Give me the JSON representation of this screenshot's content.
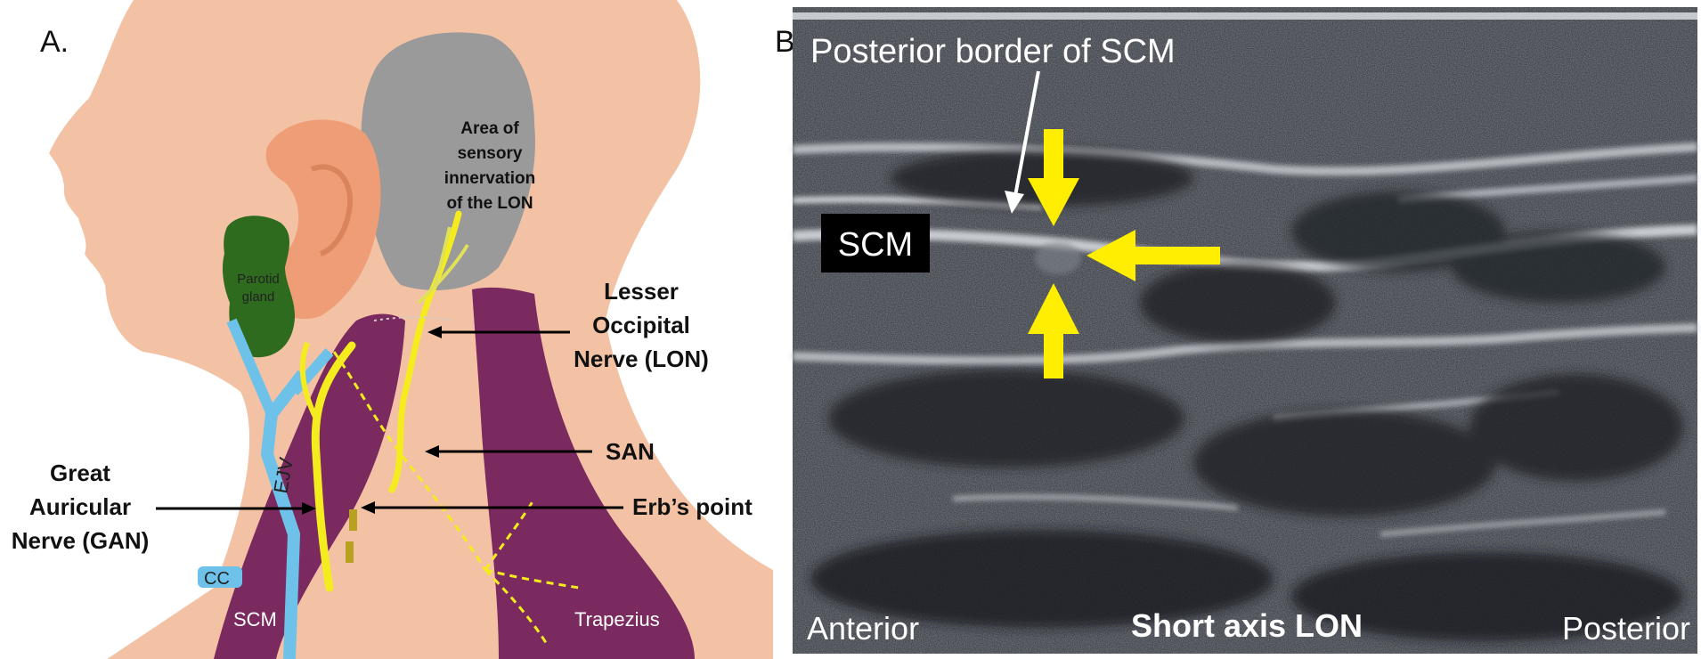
{
  "panel_a": {
    "letter": "A.",
    "labels": {
      "sensory_area_lines": [
        "Area of",
        "sensory",
        "innervation",
        "of the LON"
      ],
      "parotid_lines": [
        "Parotid",
        "gland"
      ],
      "lon_lines": [
        "Lesser",
        "Occipital",
        "Nerve (LON)"
      ],
      "san": "SAN",
      "gan_lines": [
        "Great",
        "Auricular",
        "Nerve (GAN)"
      ],
      "erbs_point": "Erb’s point",
      "ejv": "EJV",
      "cc": "CC",
      "scm": "SCM",
      "trapezius": "Trapezius"
    },
    "colors": {
      "skin": "#f3c2a4",
      "ear": "#ee9d77",
      "sensory_area": "#9a9a9a",
      "parotid": "#2e6b1e",
      "muscle": "#7a2a5e",
      "vein": "#6ec2ea",
      "nerve": "#f5ec1f"
    }
  },
  "panel_b": {
    "letter": "B.",
    "labels": {
      "posterior_border": "Posterior border of SCM",
      "scm_box": "SCM",
      "anterior": "Anterior",
      "short_axis": "Short axis LON",
      "posterior": "Posterior"
    },
    "colors": {
      "arrow_yellow": "#ffee00",
      "pointer_white": "#ffffff",
      "background": "#2c3036"
    }
  }
}
